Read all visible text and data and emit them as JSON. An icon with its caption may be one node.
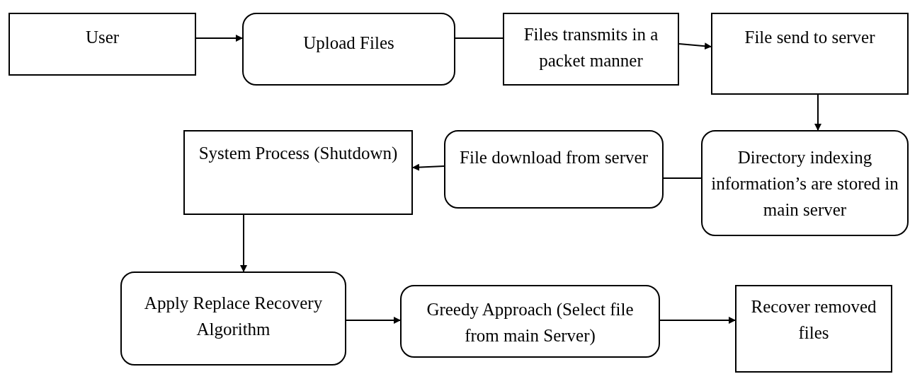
{
  "diagram": {
    "nodes": [
      {
        "text": [
          "User"
        ]
      },
      {
        "text": [
          "Upload Files"
        ]
      },
      {
        "text": [
          "Files transmits in a packet manner"
        ]
      },
      {
        "text": [
          "File send to server"
        ]
      },
      {
        "text": [
          "Directory indexing information’s are stored in main server"
        ]
      },
      {
        "text": [
          "File download from server"
        ]
      },
      {
        "text": [
          "System Process (Shutdown)"
        ]
      },
      {
        "text": [
          "Apply Replace Recovery Algorithm"
        ]
      },
      {
        "text": [
          "Greedy Approach (Select file from main Server)"
        ]
      },
      {
        "text": [
          "Recover removed files"
        ]
      }
    ],
    "edges": [
      {
        "from": 0,
        "to": 1,
        "arrow": "to"
      },
      {
        "from": 1,
        "to": 2,
        "arrow": "none"
      },
      {
        "from": 2,
        "to": 3,
        "arrow": "to"
      },
      {
        "from": 3,
        "to": 4,
        "arrow": "to"
      },
      {
        "from": 4,
        "to": 5,
        "arrow": "none"
      },
      {
        "from": 5,
        "to": 6,
        "arrow": "to"
      },
      {
        "from": 6,
        "to": 7,
        "arrow": "to"
      },
      {
        "from": 7,
        "to": 8,
        "arrow": "to"
      },
      {
        "from": 8,
        "to": 9,
        "arrow": "to"
      }
    ]
  }
}
